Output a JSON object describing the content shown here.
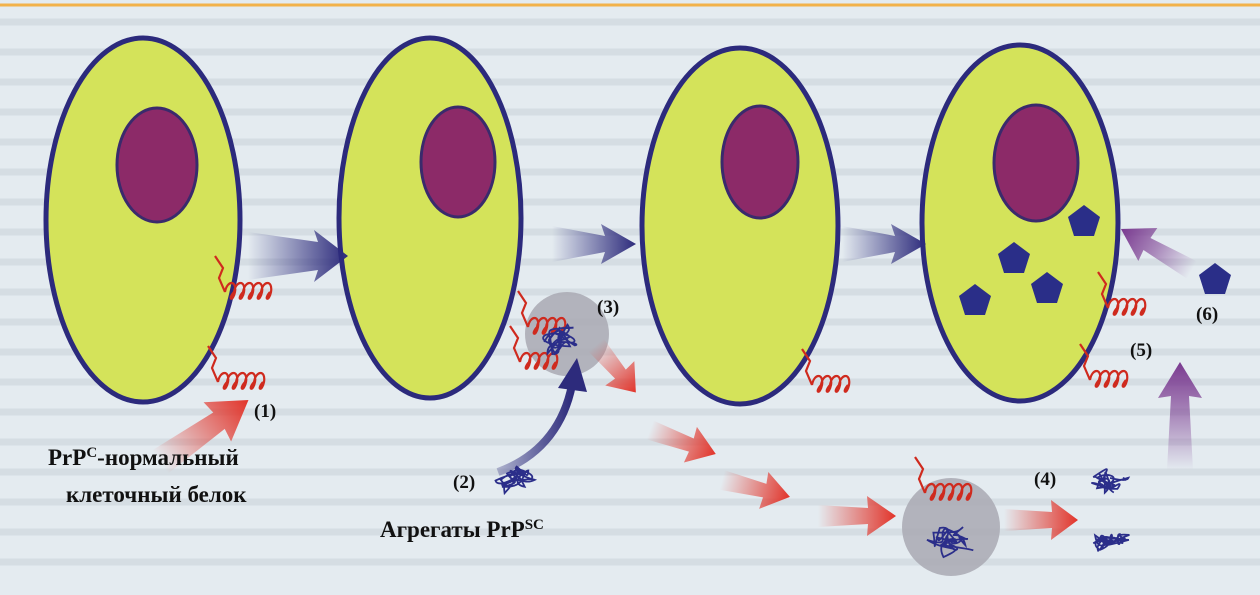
{
  "labels": {
    "step1": "(1)",
    "step2": "(2)",
    "step3": "(3)",
    "step4": "(4)",
    "step5": "(5)",
    "step6": "(6)"
  },
  "caption_prpc": {
    "prefix": "PrP",
    "sup": "C",
    "suffix": "-нормальный",
    "line2": "клеточный белок"
  },
  "caption_prpsc": {
    "prefix": "Агрегаты PrP",
    "sup": "SC"
  },
  "colors": {
    "cell_fill": "#d4e35a",
    "cell_stroke": "#2c2a7c",
    "nucleus": "#8c2a68",
    "protein": "#cf2a1e",
    "aggregate": "#2b2e8a",
    "aggregate_cloud": "#a9a9b3",
    "arrow_red": "#e2342a",
    "arrow_blue": "#2d2b7c",
    "arrow_purple": "#7a3a90",
    "pentagon": "#2a2e88"
  }
}
